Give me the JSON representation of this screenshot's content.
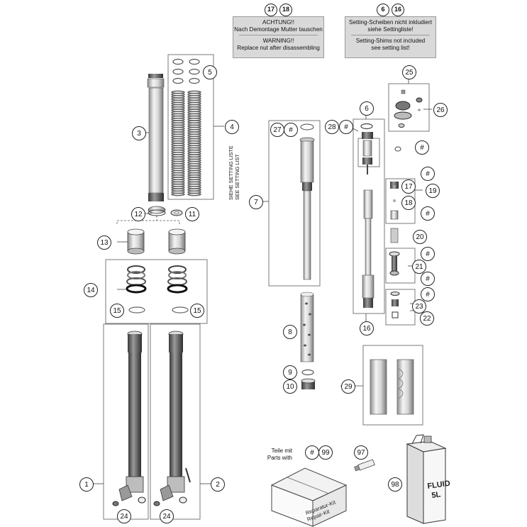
{
  "notes": {
    "left": {
      "refs": [
        "17",
        "18"
      ],
      "de_line1": "ACHTUNG!!",
      "de_line2": "Nach Demontage Mutter tauschen",
      "en_line1": "WARNING!!",
      "en_line2": "Replace nut after disassembling"
    },
    "right": {
      "refs": [
        "6",
        "16"
      ],
      "de_line1": "Setting-Scheiben nicht inkludiert",
      "de_line2": "siehe Settingliste!",
      "en_line1": "Setting-Shims not included",
      "en_line2": "see setting list!"
    }
  },
  "setting_list": {
    "de": "SIEHE SETTING LISTE",
    "en": "SEE SETTING LIST"
  },
  "kit": {
    "de": "Teile mit",
    "en": "Parts with",
    "refs": [
      "#",
      "99"
    ],
    "box_label_de": "Reparatur-Kit",
    "box_label_en": "Repair-Kit"
  },
  "fluid_can": {
    "line1": "FLUID",
    "line2": "5L"
  },
  "callouts": {
    "c1": "1",
    "c2": "2",
    "c3": "3",
    "c4": "4",
    "c5": "5",
    "c6": "6",
    "c7": "7",
    "c8": "8",
    "c9": "9",
    "c10": "10",
    "c11": "11",
    "c12": "12",
    "c13": "13",
    "c14": "14",
    "c15a": "15",
    "c15b": "15",
    "c16": "16",
    "c17": "17",
    "c18": "18",
    "c19": "19",
    "c20": "20",
    "c21": "21",
    "c22": "22",
    "c23": "23",
    "c24a": "24",
    "c24b": "24",
    "c25": "25",
    "c26": "26",
    "c27": "27",
    "c28": "28",
    "c29": "29",
    "c97": "97",
    "c98": "98",
    "h27": "#",
    "h28": "#",
    "h6a": "#",
    "h19a": "#",
    "h19b": "#",
    "h21a": "#",
    "h21b": "#",
    "h23": "#"
  }
}
